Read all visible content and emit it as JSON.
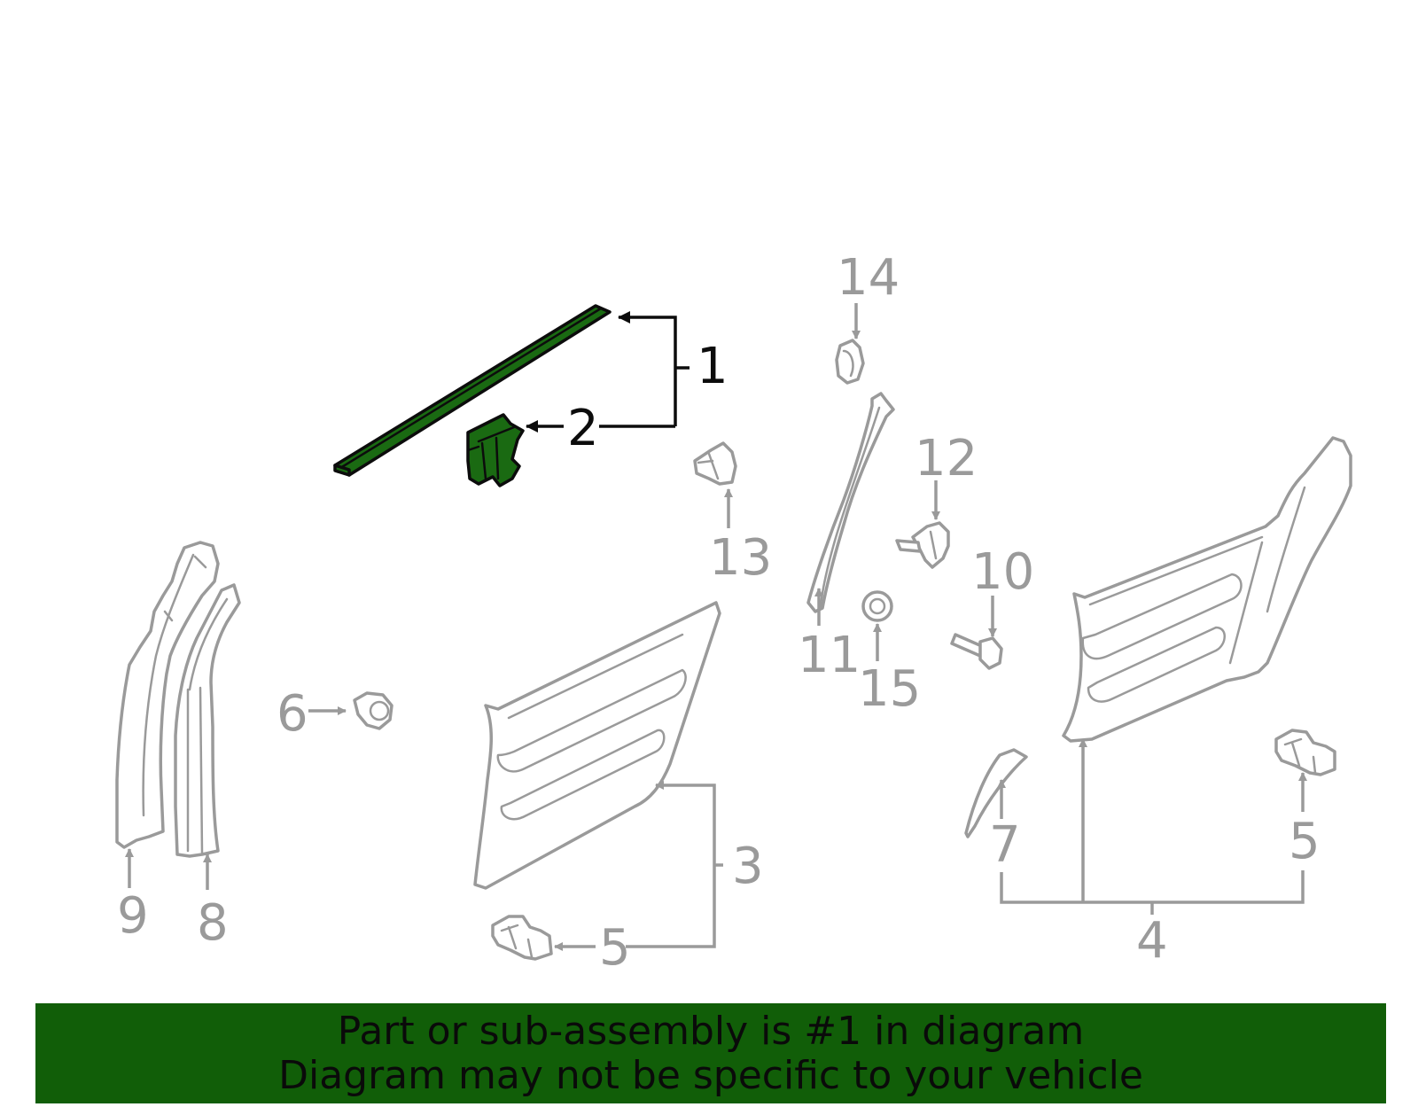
{
  "diagram": {
    "highlight_color": "#1a6a12",
    "part_color": "#9a9a9a",
    "labels": {
      "p1": "1",
      "p2": "2",
      "p3": "3",
      "p4": "4",
      "p5a": "5",
      "p5b": "5",
      "p6": "6",
      "p7": "7",
      "p8": "8",
      "p9": "9",
      "p10": "10",
      "p11": "11",
      "p12": "12",
      "p13": "13",
      "p14": "14",
      "p15": "15"
    }
  },
  "banner": {
    "line1": "Part or sub-assembly is #1 in diagram",
    "line2": "Diagram may not be specific to your vehicle",
    "background": "#115e08"
  }
}
